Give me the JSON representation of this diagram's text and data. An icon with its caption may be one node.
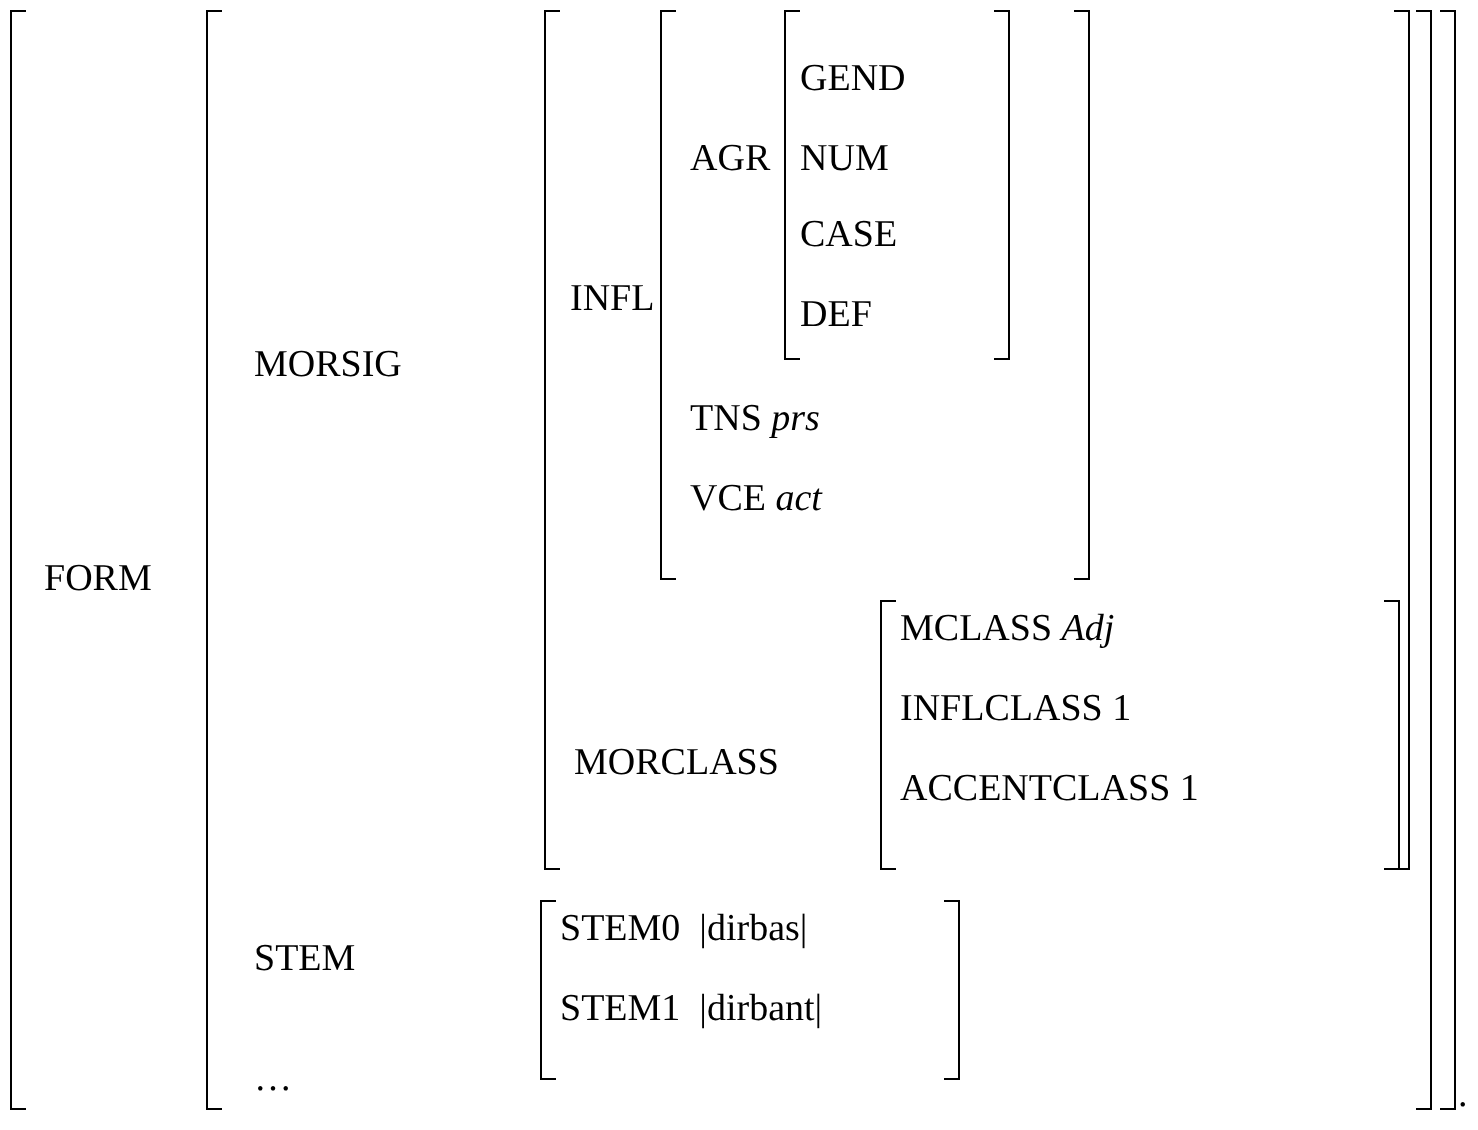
{
  "diagram": {
    "nodes": [
      {
        "text": [
          "FORM"
        ]
      },
      {
        "text": [
          "MORSIG",
          "STEM",
          "…"
        ],
        "in": 0
      },
      {
        "text": [
          "INFL",
          "MORCLASS"
        ],
        "in": 1
      },
      {
        "text": [
          "AGR",
          "TNS *prs*",
          "VCE *act*"
        ],
        "in": 2
      },
      {
        "text": [
          "GEND",
          "NUM",
          "CASE",
          "DEF"
        ],
        "in": 3
      },
      {
        "text": [
          "MCLASS *Adj*",
          "INFLCLASS 1",
          "ACCENTCLASS 1"
        ],
        "in": 2
      },
      {
        "text": [
          "STEM0  |dirbas|",
          "STEM1  |dirbant|"
        ],
        "in": 1
      }
    ],
    "labels": [
      "."
    ]
  }
}
